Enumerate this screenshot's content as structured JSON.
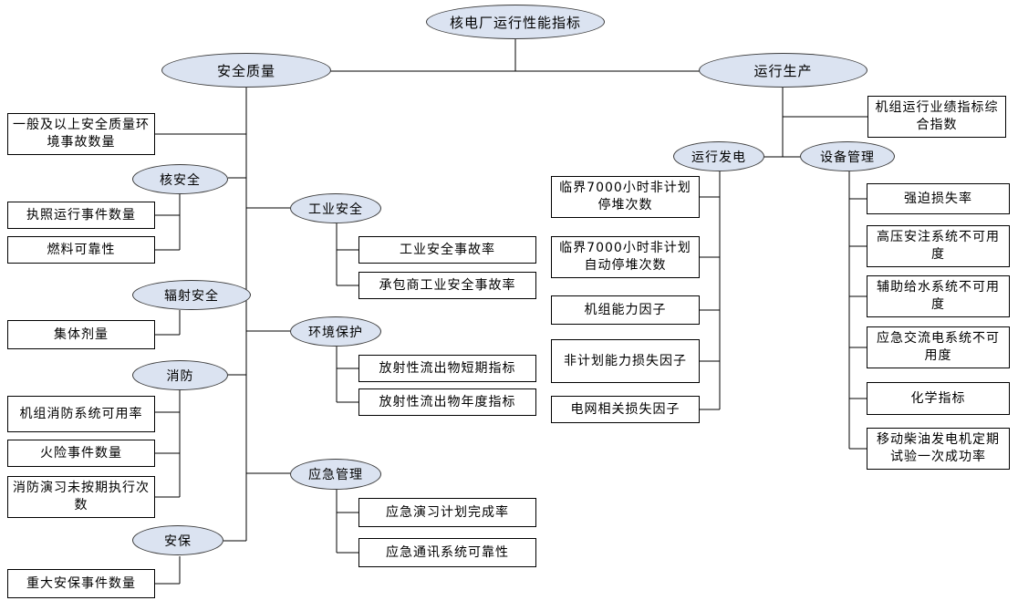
{
  "root": "核电厂运行性能指标",
  "safety": {
    "label": "安全质量",
    "top_box": "一般及以上安全质量环境事故数量",
    "nuclear": {
      "label": "核安全",
      "items": [
        "执照运行事件数量",
        "燃料可靠性"
      ]
    },
    "radiation": {
      "label": "辐射安全",
      "items": [
        "集体剂量"
      ]
    },
    "fire": {
      "label": "消防",
      "items": [
        "机组消防系统可用率",
        "火险事件数量",
        "消防演习未按期执行次数"
      ]
    },
    "security": {
      "label": "安保",
      "items": [
        "重大安保事件数量"
      ]
    },
    "industrial": {
      "label": "工业安全",
      "items": [
        "工业安全事故率",
        "承包商工业安全事故率"
      ]
    },
    "environment": {
      "label": "环境保护",
      "items": [
        "放射性流出物短期指标",
        "放射性流出物年度指标"
      ]
    },
    "emergency": {
      "label": "应急管理",
      "items": [
        "应急演习计划完成率",
        "应急通讯系统可靠性"
      ]
    }
  },
  "operation": {
    "label": "运行生产",
    "top_box": "机组运行业绩指标综合指数",
    "generation": {
      "label": "运行发电",
      "items": [
        "临界7000小时非计划停堆次数",
        "临界7000小时非计划自动停堆次数",
        "机组能力因子",
        "非计划能力损失因子",
        "电网相关损失因子"
      ]
    },
    "equipment": {
      "label": "设备管理",
      "items": [
        "强迫损失率",
        "高压安注系统不可用度",
        "辅助给水系统不可用度",
        "应急交流电系统不可用度",
        "化学指标",
        "移动柴油发电机定期试验一次成功率"
      ]
    }
  }
}
